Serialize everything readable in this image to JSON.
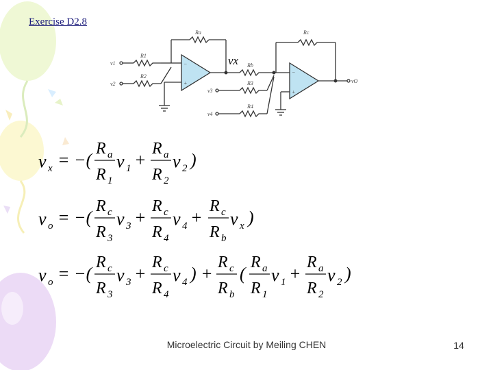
{
  "title": "Exercise D2.8",
  "footer": {
    "course": "Microelectric Circuit by Meiling CHEN",
    "page_number": "14"
  },
  "circuit": {
    "labels": {
      "Ra": "Ra",
      "Rc": "Rc",
      "R1": "R1",
      "R2": "R2",
      "Rb": "Rb",
      "R3": "R3",
      "R4": "R4",
      "v1": "v1",
      "v2": "v2",
      "v3": "v3",
      "v4": "v4",
      "vO": "vO",
      "vx": "vx",
      "minus": "−",
      "plus": "+"
    }
  },
  "equations": [
    {
      "lhs": "vx",
      "text": "vx = −( (Ra/R1) v1 + (Ra/R2) v2 )"
    },
    {
      "lhs": "vo",
      "text": "vo = −( (Rc/R3) v3 + (Rc/R4) v4 + (Rc/Rb) vx )"
    },
    {
      "lhs": "vo",
      "text": "vo = −( (Rc/R3) v3 + (Rc/R4) v4 ) + (Rc/Rb) ( (Ra/R1) v1 + (Ra/R2) v2 )"
    }
  ],
  "decoration": {
    "balloon_colors": [
      "#e3f2b5",
      "#fbf4b0",
      "#d8b8ec",
      "#c9e8ff"
    ]
  }
}
